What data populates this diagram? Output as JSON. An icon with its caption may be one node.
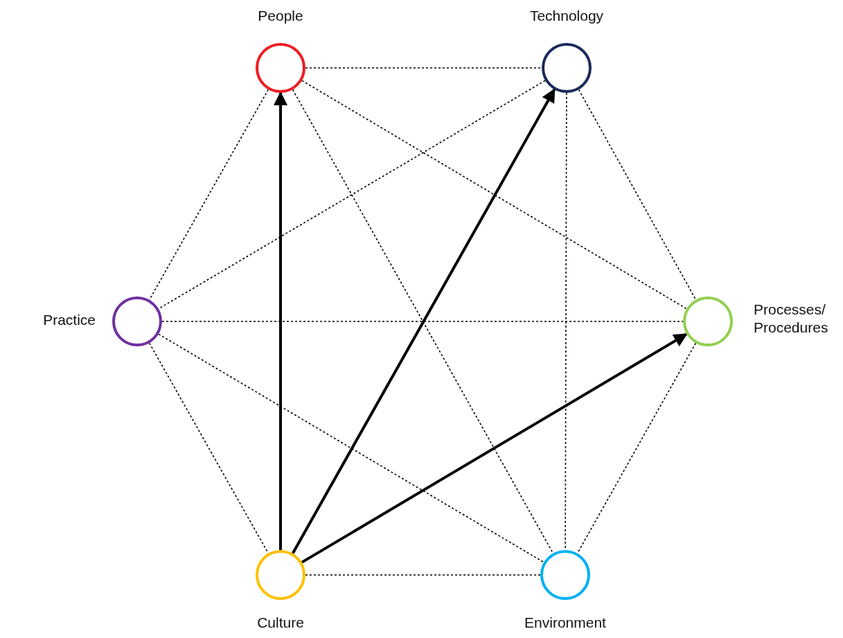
{
  "diagram": {
    "nodes": [
      {
        "text": [
          "People"
        ]
      },
      {
        "text": [
          "Technology"
        ]
      },
      {
        "text": [
          "Practice"
        ]
      },
      {
        "text": [
          "Processes/ Procedures"
        ]
      },
      {
        "text": [
          "Culture"
        ]
      },
      {
        "text": [
          "Environment"
        ]
      }
    ],
    "edges": [
      {
        "from": 0,
        "to": 1,
        "arrow": "none",
        "style": "dashed"
      },
      {
        "from": 0,
        "to": 2,
        "arrow": "none",
        "style": "dashed"
      },
      {
        "from": 0,
        "to": 3,
        "arrow": "none",
        "style": "dashed"
      },
      {
        "from": 0,
        "to": 5,
        "arrow": "none",
        "style": "dashed"
      },
      {
        "from": 1,
        "to": 2,
        "arrow": "none",
        "style": "dashed"
      },
      {
        "from": 1,
        "to": 3,
        "arrow": "none",
        "style": "dashed"
      },
      {
        "from": 1,
        "to": 5,
        "arrow": "none",
        "style": "dashed"
      },
      {
        "from": 2,
        "to": 3,
        "arrow": "none",
        "style": "dashed"
      },
      {
        "from": 2,
        "to": 4,
        "arrow": "none",
        "style": "dashed"
      },
      {
        "from": 2,
        "to": 5,
        "arrow": "none",
        "style": "dashed"
      },
      {
        "from": 3,
        "to": 5,
        "arrow": "none",
        "style": "dashed"
      },
      {
        "from": 4,
        "to": 5,
        "arrow": "none",
        "style": "dashed"
      },
      {
        "from": 4,
        "to": 0,
        "arrow": "to",
        "style": "thick"
      },
      {
        "from": 4,
        "to": 1,
        "arrow": "to",
        "style": "thick"
      },
      {
        "from": 4,
        "to": 3,
        "arrow": "to",
        "style": "thick"
      }
    ]
  }
}
